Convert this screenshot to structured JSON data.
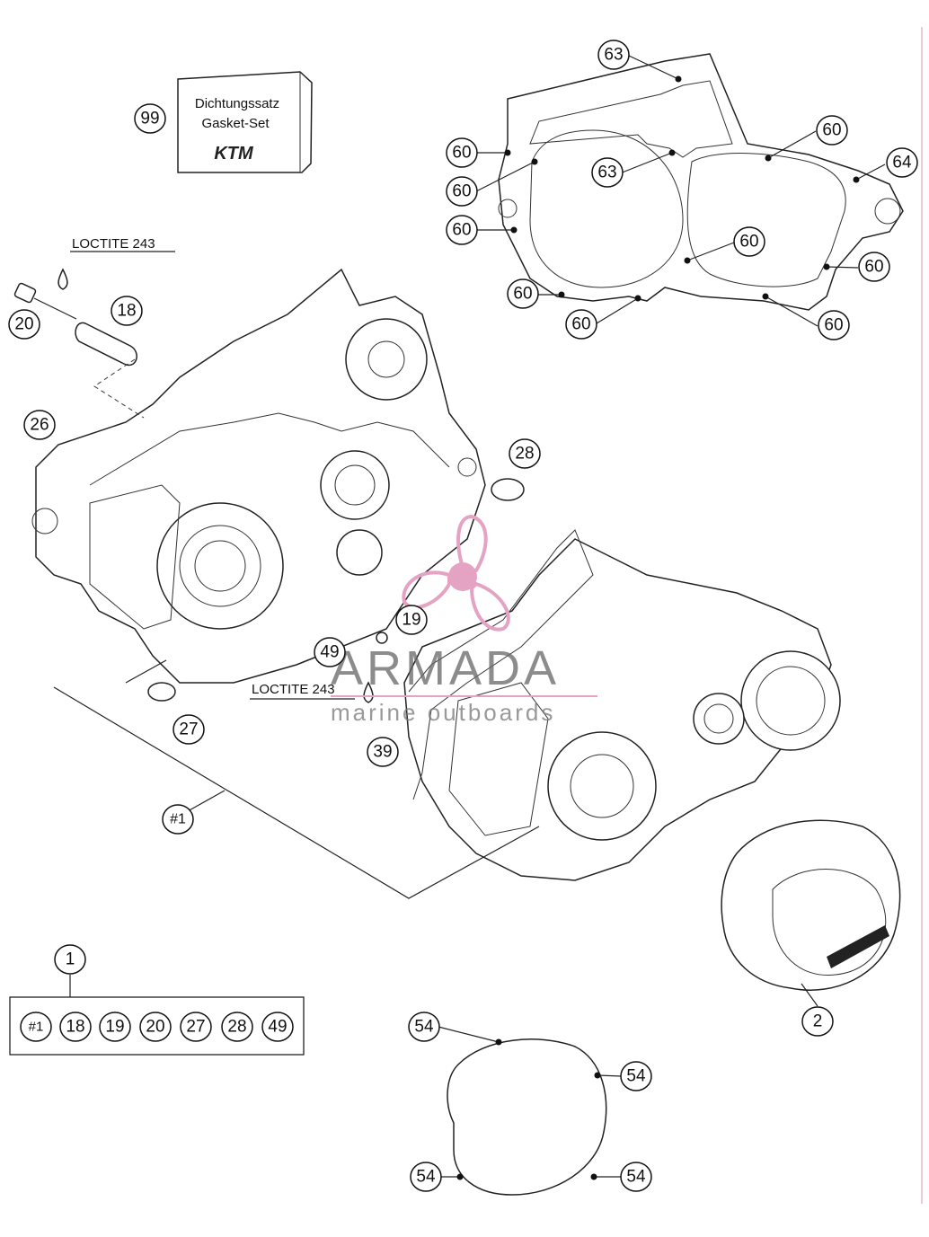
{
  "gasket_set": {
    "line1": "Dichtungssatz",
    "line2": "Gasket-Set",
    "logo": "KTM"
  },
  "notes": {
    "loctite_top": "LOCTITE 243",
    "loctite_mid": "LOCTITE 243"
  },
  "watermark": {
    "brand": "ARMADA",
    "tagline": "marine outboards",
    "brand_color": "#e5a3c4"
  },
  "callouts": {
    "c99": "99",
    "c63a": "63",
    "c63b": "63",
    "c60a": "60",
    "c60b": "60",
    "c60c": "60",
    "c60d": "60",
    "c60e": "60",
    "c60f": "60",
    "c60g": "60",
    "c60h": "60",
    "c60i": "60",
    "c64": "64",
    "c20": "20",
    "c18": "18",
    "c26": "26",
    "c28": "28",
    "c19": "19",
    "c49": "49",
    "c27": "27",
    "c39": "39",
    "c1hash": "#1",
    "c1": "1",
    "c2": "2",
    "c54a": "54",
    "c54b": "54",
    "c54c": "54",
    "c54d": "54"
  },
  "kit_contents": [
    "#1",
    "18",
    "19",
    "20",
    "27",
    "28",
    "49"
  ]
}
